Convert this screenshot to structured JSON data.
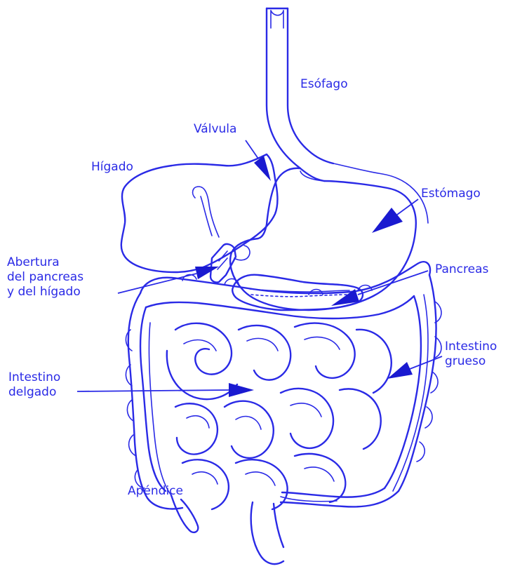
{
  "labels": {
    "esofago": "Esófago",
    "valvula": "Válvula",
    "higado": "Hígado",
    "estomago": "Estómago",
    "abertura": [
      "Abertura",
      "del pancreas",
      "y del hígado"
    ],
    "pancreas": "Pancreas",
    "intestino_grueso": [
      "Intestino",
      "grueso"
    ],
    "intestino_delgado": [
      "Intestino",
      "delgado"
    ],
    "apendice": "Apéndice"
  },
  "colors": {
    "line": "#2a2ae6",
    "arrow": "#1a1ad0",
    "background": "#ffffff"
  }
}
